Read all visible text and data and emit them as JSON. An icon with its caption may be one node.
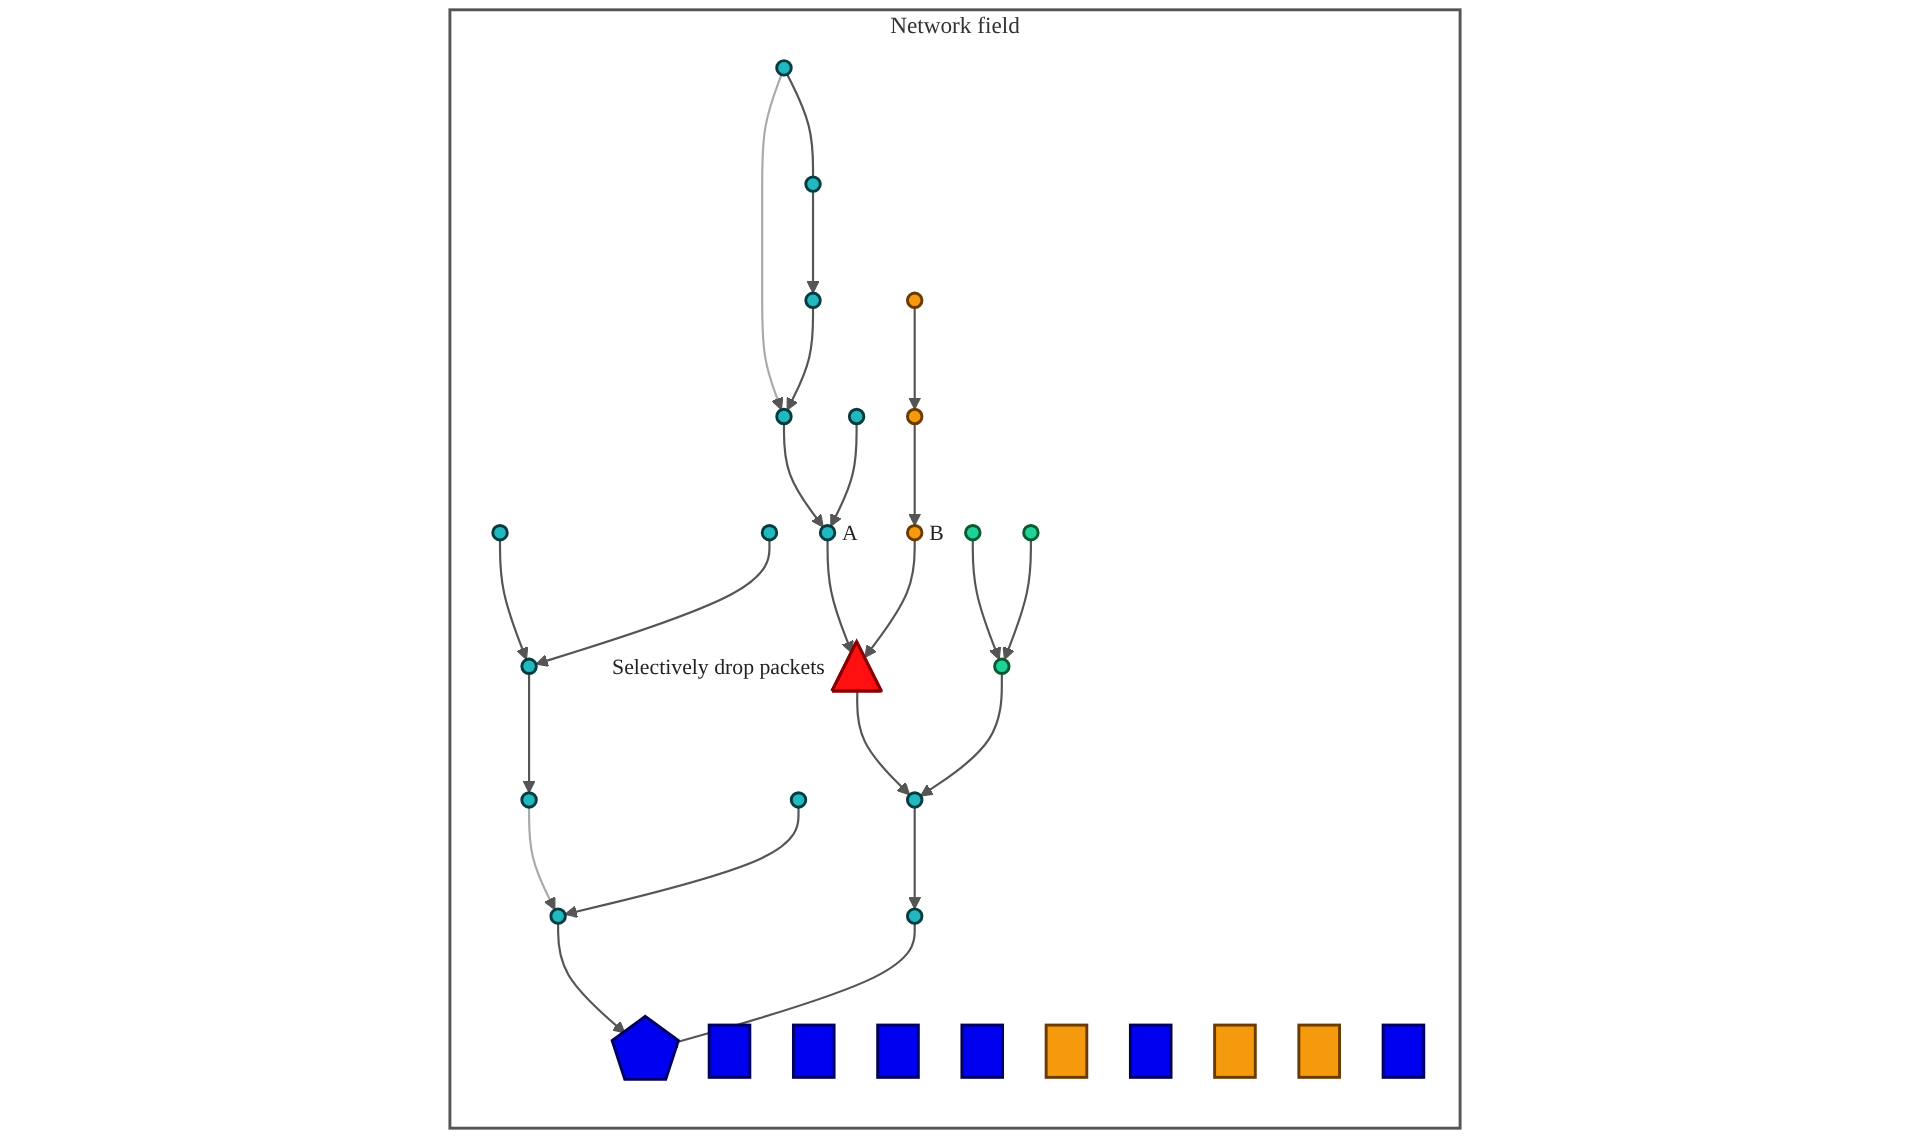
{
  "diagram": {
    "nodes": [
      {
        "text": [
          "Network field"
        ]
      },
      {
        "text": [],
        "shape": "circle",
        "in": 0
      },
      {
        "text": [],
        "shape": "circle",
        "in": 0
      },
      {
        "text": [],
        "shape": "circle",
        "in": 0
      },
      {
        "text": [],
        "shape": "circle",
        "in": 0
      },
      {
        "text": [],
        "shape": "bar",
        "in": 0
      },
      {
        "text": [],
        "shape": "circle",
        "in": 0
      },
      {
        "text": [],
        "shape": "circle",
        "in": 0
      },
      {
        "text": [],
        "shape": "circle",
        "in": 0
      },
      {
        "text": [],
        "shape": "circle",
        "in": 0
      },
      {
        "text": [],
        "shape": "bar",
        "in": 0
      },
      {
        "text": [],
        "shape": "bar",
        "in": 0
      },
      {
        "text": [],
        "shape": "circle",
        "in": 0,
        "beside": [
          "A"
        ]
      },
      {
        "text": [],
        "shape": "circle",
        "in": 0
      },
      {
        "text": [],
        "shape": "circle",
        "in": 0
      },
      {
        "text": [],
        "shape": "triangle",
        "in": 0,
        "beside": [
          "Selectively drop packets"
        ]
      },
      {
        "text": [],
        "shape": "bar",
        "in": 0
      },
      {
        "text": [],
        "shape": "circle",
        "in": 0
      },
      {
        "text": [],
        "shape": "circle",
        "in": 0,
        "beside": [
          "B"
        ]
      },
      {
        "text": [],
        "shape": "circle",
        "in": 0
      },
      {
        "text": [],
        "shape": "bar",
        "in": 0
      },
      {
        "text": [],
        "shape": "bar",
        "in": 0
      },
      {
        "text": [],
        "shape": "bar",
        "in": 0
      },
      {
        "text": [],
        "shape": "circle",
        "in": 0
      },
      {
        "text": [],
        "shape": "bar",
        "in": 0
      },
      {
        "text": [],
        "shape": "circle",
        "in": 0
      },
      {
        "text": [],
        "shape": "circle",
        "in": 0
      },
      {
        "text": [],
        "shape": "bar",
        "in": 0
      },
      {
        "text": [],
        "shape": "circle",
        "in": 0
      },
      {
        "text": [],
        "shape": "pentagon",
        "in": 0
      },
      {
        "text": [],
        "shape": "circle",
        "in": 0
      },
      {
        "text": [],
        "shape": "circle",
        "in": 0
      }
    ],
    "edges": [
      {
        "from": 1,
        "to": 7,
        "arrow": "to"
      },
      {
        "from": 4,
        "to": 7,
        "arrow": "to"
      },
      {
        "from": 7,
        "to": 13,
        "arrow": "to"
      },
      {
        "from": 13,
        "to": 23,
        "arrow": "to",
        "color": "#aaaaaa"
      },
      {
        "from": 14,
        "to": 23,
        "arrow": "to"
      },
      {
        "from": 23,
        "to": 29,
        "arrow": "to"
      },
      {
        "from": 3,
        "to": 2,
        "arrow": "none"
      },
      {
        "from": 3,
        "to": 9,
        "arrow": "to",
        "color": "#aaaaaa"
      },
      {
        "from": 2,
        "to": 8,
        "arrow": "to"
      },
      {
        "from": 8,
        "to": 9,
        "arrow": "to"
      },
      {
        "from": 9,
        "to": 12,
        "arrow": "to"
      },
      {
        "from": 6,
        "to": 12,
        "arrow": "to"
      },
      {
        "from": 12,
        "to": 15,
        "arrow": "to"
      },
      {
        "from": 15,
        "to": 17,
        "arrow": "to"
      },
      {
        "from": 17,
        "to": 25,
        "arrow": "to"
      },
      {
        "from": 25,
        "to": 29,
        "arrow": "to"
      },
      {
        "from": 26,
        "to": 17,
        "arrow": "to"
      },
      {
        "from": 30,
        "to": 26,
        "arrow": "to"
      },
      {
        "from": 31,
        "to": 26,
        "arrow": "to"
      },
      {
        "from": 18,
        "to": 15,
        "arrow": "to"
      },
      {
        "from": 19,
        "to": 18,
        "arrow": "to"
      },
      {
        "from": 28,
        "to": 19,
        "arrow": "to"
      }
    ]
  }
}
